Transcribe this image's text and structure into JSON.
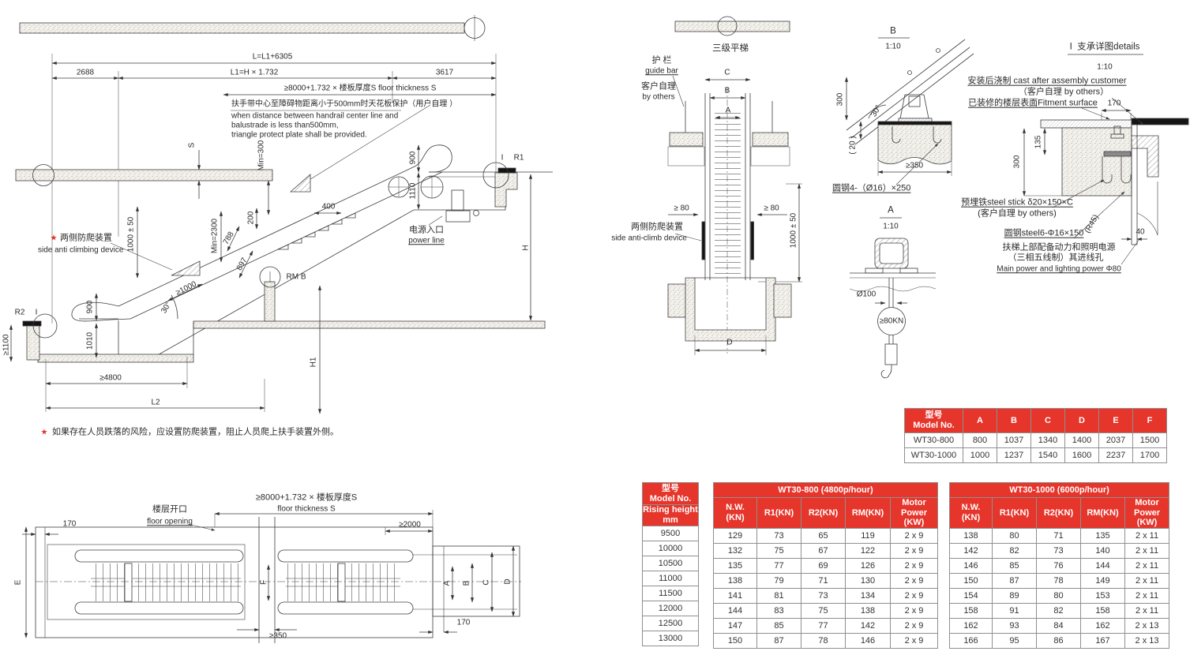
{
  "colors": {
    "accent_red": "#e6352b",
    "line": "#3c3c3c"
  },
  "side_view": {
    "dim_total": "L=L1+6305",
    "dim_2688": "2688",
    "dim_l1": "L1=H × 1.732",
    "dim_3617": "3617",
    "dim_floor": "≥8000+1.732 × 楼板厚度S floor thickness S",
    "note1": "扶手带中心至障碍物距离小于500mm时天花板保护（用户自理 ）",
    "note2": "when distance between handrail center line and",
    "note3": "balustrade is less than500mm,",
    "note4": "triangle protect plate shall be provided.",
    "dim_s": "S",
    "dim_min300": "Min=300",
    "dim_900_top": "900",
    "dim_1110": "1110",
    "dim_200": "200",
    "dim_400": "400",
    "dim_min2300": "Min=2300",
    "dim_788": "788",
    "dim_897": "897",
    "label_i_top": "I",
    "label_r1": "R1",
    "power_cn": "电源入口",
    "power_en": "power line",
    "anti_star": "★",
    "anti_cn": "两侧防爬装置",
    "anti_en": "side anti climbing device",
    "dim_1000_50": "1000 ± 50",
    "dim_ge1000": "≥1000",
    "dim_30": "30°",
    "label_r2": "R2",
    "label_i_bottom": "I",
    "dim_ge1100": "≥1100",
    "dim_900_bottom": "900",
    "dim_1010": "1010",
    "dim_ge4800": "≥4800",
    "dim_l2": "L2",
    "dim_h1": "H1",
    "dim_h": "H",
    "label_rm": "RM B",
    "footnote_star": "★",
    "footnote": "如果存在人员跌落的风险，应设置防爬装置，阻止人员爬上扶手装置外侧。"
  },
  "plan_view": {
    "title": "三级平梯",
    "guide_cn": "护 栏",
    "guide_en": "guide bar",
    "owner_cn": "客户自理",
    "owner_en": "by others",
    "dim_c": "C",
    "dim_b": "B",
    "dim_a": "A",
    "dim_ge80_left": "≥ 80",
    "dim_ge80_right": "≥ 80",
    "anti_cn": "两侧防爬装置",
    "anti_en": "side anti-climb device",
    "dim_1000_50": "1000 ± 50",
    "dim_d": "D"
  },
  "detail_b": {
    "title": "B",
    "scale": "1:10",
    "dim_300": "300",
    "dim_30": "30°",
    "dim_20": "( 20 )",
    "dim_ge350": "≥350",
    "anchor_note": "圆钢4-（Ø16）×250"
  },
  "detail_a": {
    "title": "A",
    "scale": "1:10",
    "dim_d100": "Ø100",
    "load": "≥80KN"
  },
  "detail_i": {
    "title": "I  支承详图details",
    "scale": "1:10",
    "cast1": "安装后浇制 cast after assembly customer",
    "cast2": "（客户自理 by others）",
    "fitment": "已装修的楼层表面Fitment surface",
    "dim_170": "170",
    "dim_135": "135",
    "dim_300": "300",
    "stick1": "预埋铁steel stick δ20×150×C",
    "stick2": "(客户自理 by others)",
    "round_steel": "圆钢steel6-Φ16×150",
    "dim_r45": "(R45)",
    "dim_40": "40",
    "power1": "扶梯上部配备动力和照明电源",
    "power2": "（三相五线制）其进线孔",
    "power3": "Main power and lighting power Φ80"
  },
  "bottom_plan": {
    "opening_cn": "楼层开口",
    "opening_en": "floor opening",
    "dim_floor1": "≥8000+1.732 × 楼板厚度S",
    "dim_floor2": "floor thickness S",
    "dim_ge2000": "≥2000",
    "dim_170_left": "170",
    "dim_170_right": "170",
    "dim_ge350": "≥350",
    "dim_e": "E",
    "dim_f": "F",
    "dim_a": "A",
    "dim_b": "B",
    "dim_c": "C",
    "dim_d": "D"
  },
  "model_table": {
    "headers": [
      "型号\nModel No.",
      "A",
      "B",
      "C",
      "D",
      "E",
      "F"
    ],
    "rows": [
      [
        "WT30-800",
        "800",
        "1037",
        "1340",
        "1400",
        "2037",
        "1500"
      ],
      [
        "WT30-1000",
        "1000",
        "1237",
        "1540",
        "1600",
        "2237",
        "1700"
      ]
    ]
  },
  "load_tables": {
    "model_cn": "型号",
    "model_en": "Model No.",
    "rising1": "Rising height",
    "rising2": "mm",
    "heights": [
      "9500",
      "10000",
      "10500",
      "11000",
      "11500",
      "12000",
      "12500",
      "13000"
    ],
    "t800": {
      "title": "WT30-800 (4800p/hour)",
      "headers": [
        "N.W.\n(KN)",
        "R1(KN)",
        "R2(KN)",
        "RM(KN)",
        "Motor\nPower\n(KW)"
      ],
      "rows": [
        [
          "129",
          "73",
          "65",
          "119",
          "2 x 9"
        ],
        [
          "132",
          "75",
          "67",
          "122",
          "2 x 9"
        ],
        [
          "135",
          "77",
          "69",
          "126",
          "2 x 9"
        ],
        [
          "138",
          "79",
          "71",
          "130",
          "2 x 9"
        ],
        [
          "141",
          "81",
          "73",
          "134",
          "2 x 9"
        ],
        [
          "144",
          "83",
          "75",
          "138",
          "2 x 9"
        ],
        [
          "147",
          "85",
          "77",
          "142",
          "2 x 9"
        ],
        [
          "150",
          "87",
          "78",
          "146",
          "2 x 9"
        ]
      ]
    },
    "t1000": {
      "title": "WT30-1000 (6000p/hour)",
      "headers": [
        "N.W.\n(KN)",
        "R1(KN)",
        "R2(KN)",
        "RM(KN)",
        "Motor\nPower\n(KW)"
      ],
      "rows": [
        [
          "138",
          "80",
          "71",
          "135",
          "2 x 11"
        ],
        [
          "142",
          "82",
          "73",
          "140",
          "2 x 11"
        ],
        [
          "146",
          "85",
          "76",
          "144",
          "2 x 11"
        ],
        [
          "150",
          "87",
          "78",
          "149",
          "2 x 11"
        ],
        [
          "154",
          "89",
          "80",
          "153",
          "2 x 11"
        ],
        [
          "158",
          "91",
          "82",
          "158",
          "2 x 11"
        ],
        [
          "162",
          "93",
          "84",
          "162",
          "2 x 13"
        ],
        [
          "166",
          "95",
          "86",
          "167",
          "2 x 13"
        ]
      ]
    }
  }
}
